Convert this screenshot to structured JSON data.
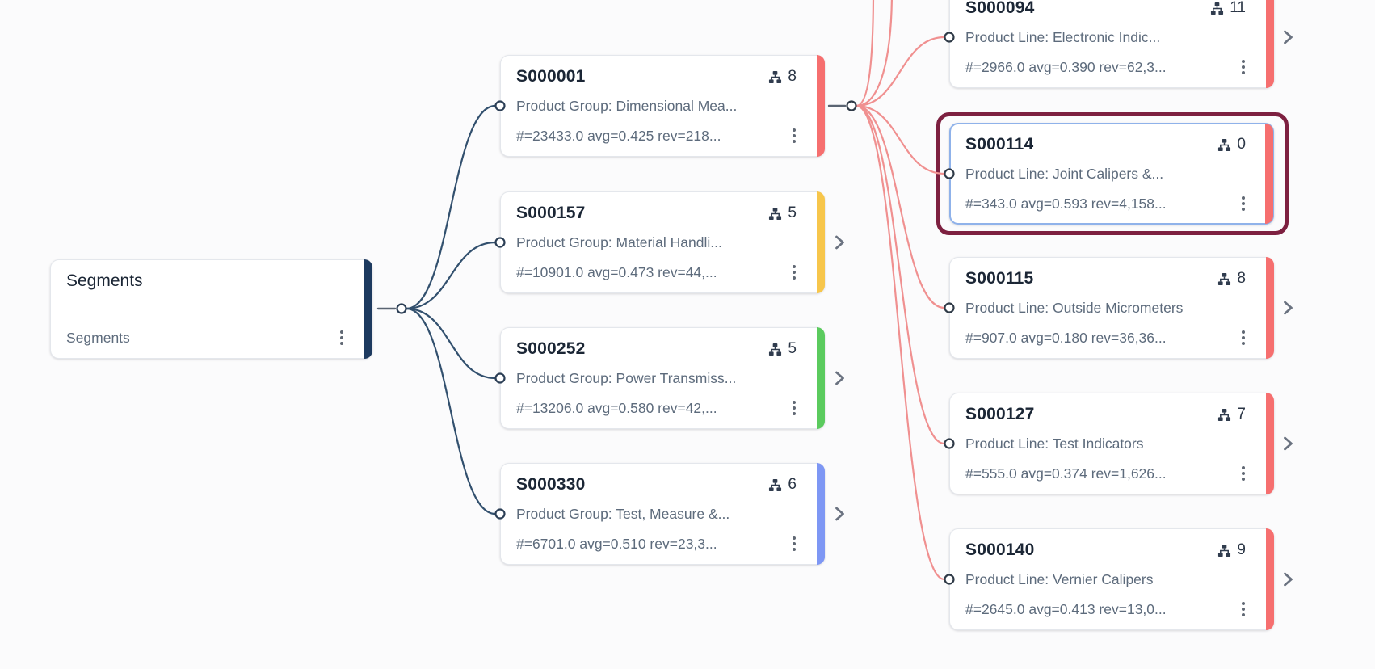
{
  "canvas": {
    "background": "#fbfbfc"
  },
  "root_node": {
    "title": "Segments",
    "subtitle": "Segments",
    "stripe_color": "#1d3a5f"
  },
  "product_groups": [
    {
      "id": "S000001",
      "subtitle": "Product Group: Dimensional Mea...",
      "stats": "#=23433.0 avg=0.425 rev=218...",
      "child_count": "8",
      "stripe_color": "#f66f6f"
    },
    {
      "id": "S000157",
      "subtitle": "Product Group: Material Handli...",
      "stats": "#=10901.0 avg=0.473 rev=44,...",
      "child_count": "5",
      "stripe_color": "#f7c64b"
    },
    {
      "id": "S000252",
      "subtitle": "Product Group: Power Transmiss...",
      "stats": "#=13206.0 avg=0.580 rev=42,...",
      "child_count": "5",
      "stripe_color": "#5bcb5e"
    },
    {
      "id": "S000330",
      "subtitle": "Product Group: Test, Measure &...",
      "stats": "#=6701.0 avg=0.510 rev=23,3...",
      "child_count": "6",
      "stripe_color": "#7e97f4"
    }
  ],
  "product_lines": [
    {
      "id": "S000094",
      "subtitle": "Product Line: Electronic Indic...",
      "stats": "#=2966.0 avg=0.390 rev=62,3...",
      "child_count": "11",
      "stripe_color": "#f66f6f"
    },
    {
      "id": "S000114",
      "subtitle": "Product Line: Joint Calipers &...",
      "stats": "#=343.0 avg=0.593 rev=4,158...",
      "child_count": "0",
      "stripe_color": "#f66f6f",
      "selected": true
    },
    {
      "id": "S000115",
      "subtitle": "Product Line: Outside Micrometers",
      "stats": "#=907.0 avg=0.180 rev=36,36...",
      "child_count": "8",
      "stripe_color": "#f66f6f"
    },
    {
      "id": "S000127",
      "subtitle": "Product Line: Test Indicators",
      "stats": "#=555.0 avg=0.374 rev=1,626...",
      "child_count": "7",
      "stripe_color": "#f66f6f"
    },
    {
      "id": "S000140",
      "subtitle": "Product Line: Vernier Calipers",
      "stats": "#=2645.0 avg=0.413 rev=13,0...",
      "child_count": "9",
      "stripe_color": "#f66f6f"
    }
  ],
  "edges": [
    {
      "from": "Segments",
      "to": [
        "S000001",
        "S000157",
        "S000252",
        "S000330"
      ],
      "color": "#32506e"
    },
    {
      "from": "S000001",
      "to": [
        "S000094",
        "S000114",
        "S000115",
        "S000127",
        "S000140"
      ],
      "color": "#f09090",
      "offscreen_links_above": 2
    }
  ],
  "selection": {
    "selected_node": "S000114",
    "ring_color": "#7d2040"
  },
  "icons": {
    "child_count": "sitemap-icon",
    "card_menu": "kebab-vertical-icon",
    "expand": "chevron-right-icon",
    "port": "connector-port-dot"
  }
}
